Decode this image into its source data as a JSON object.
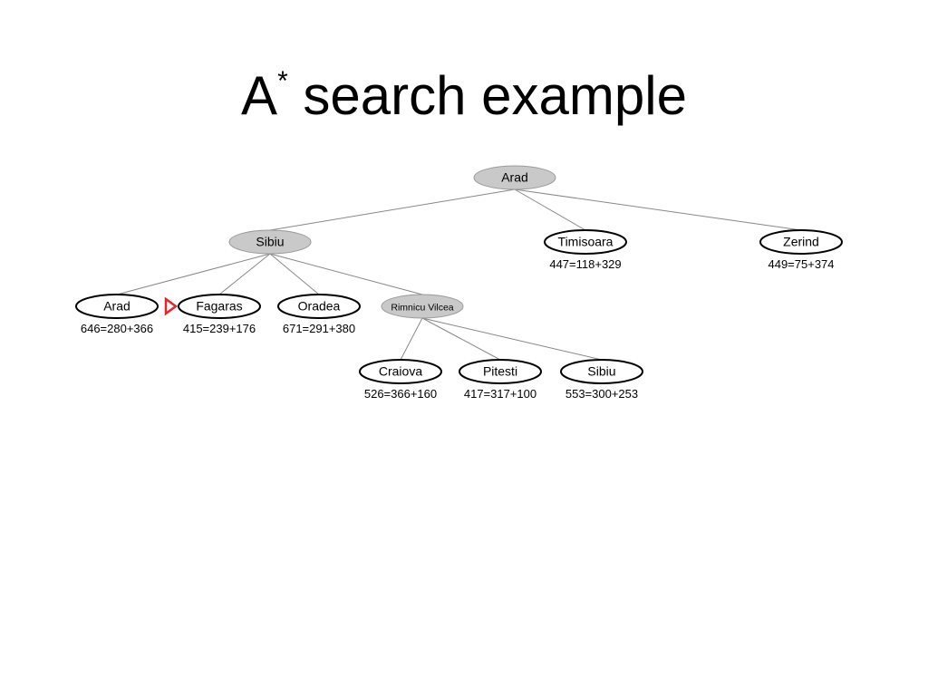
{
  "slide": {
    "title_main": "A",
    "title_sup": "*",
    "title_rest": " search example"
  },
  "colors": {
    "expanded_fill": "#c9c9c9",
    "frontier_fill": "#ffffff",
    "edge": "#888888",
    "marker": "#e8232a"
  },
  "tree": {
    "nodes": [
      {
        "id": "arad-root",
        "label": "Arad",
        "expanded": true,
        "score": ""
      },
      {
        "id": "sibiu",
        "label": "Sibiu",
        "expanded": true,
        "score": ""
      },
      {
        "id": "timisoara",
        "label": "Timisoara",
        "expanded": false,
        "score": "447=118+329"
      },
      {
        "id": "zerind",
        "label": "Zerind",
        "expanded": false,
        "score": "449=75+374"
      },
      {
        "id": "arad-leaf",
        "label": "Arad",
        "expanded": false,
        "score": "646=280+366"
      },
      {
        "id": "fagaras",
        "label": "Fagaras",
        "expanded": false,
        "score": "415=239+176",
        "marked": true
      },
      {
        "id": "oradea",
        "label": "Oradea",
        "expanded": false,
        "score": "671=291+380"
      },
      {
        "id": "rimnicu-vilcea",
        "label": "Rimnicu Vilcea",
        "expanded": true,
        "score": ""
      },
      {
        "id": "craiova",
        "label": "Craiova",
        "expanded": false,
        "score": "526=366+160"
      },
      {
        "id": "pitesti",
        "label": "Pitesti",
        "expanded": false,
        "score": "417=317+100"
      },
      {
        "id": "sibiu-leaf",
        "label": "Sibiu",
        "expanded": false,
        "score": "553=300+253"
      }
    ],
    "edges": [
      [
        "arad-root",
        "sibiu"
      ],
      [
        "arad-root",
        "timisoara"
      ],
      [
        "arad-root",
        "zerind"
      ],
      [
        "sibiu",
        "arad-leaf"
      ],
      [
        "sibiu",
        "fagaras"
      ],
      [
        "sibiu",
        "oradea"
      ],
      [
        "sibiu",
        "rimnicu-vilcea"
      ],
      [
        "rimnicu-vilcea",
        "craiova"
      ],
      [
        "rimnicu-vilcea",
        "pitesti"
      ],
      [
        "rimnicu-vilcea",
        "sibiu-leaf"
      ]
    ]
  }
}
